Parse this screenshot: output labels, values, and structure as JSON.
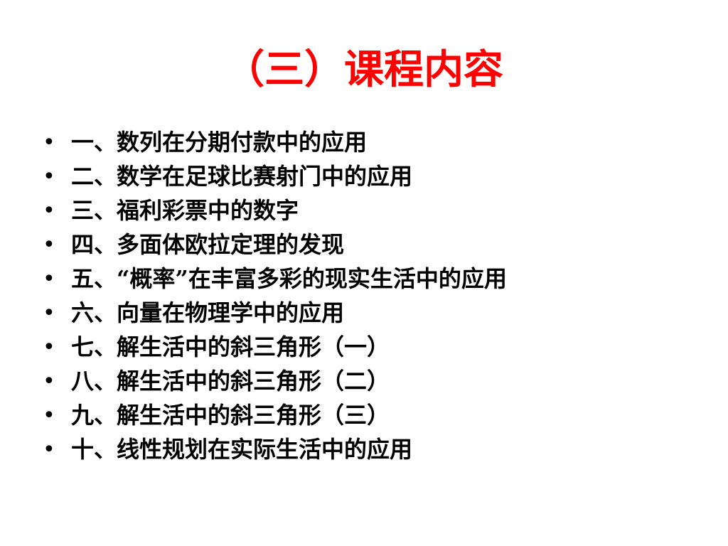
{
  "slide": {
    "title": "（三）课程内容",
    "bullet_glyph": "•",
    "items": [
      {
        "label": "一、数列在分期付款中的应用"
      },
      {
        "label": "二、数学在足球比赛射门中的应用"
      },
      {
        "label": "三、福利彩票中的数字"
      },
      {
        "label": "四、多面体欧拉定理的发现"
      },
      {
        "label": "五、“概率”在丰富多彩的现实生活中的应用"
      },
      {
        "label": "六、向量在物理学中的应用"
      },
      {
        "label": "七、解生活中的斜三角形（一）"
      },
      {
        "label": "八、解生活中的斜三角形（二）"
      },
      {
        "label": "九、解生活中的斜三角形（三）"
      },
      {
        "label": "十、线性规划在实际生活中的应用"
      }
    ],
    "colors": {
      "title": "#ff0000",
      "text": "#000000",
      "background": "#ffffff"
    }
  }
}
